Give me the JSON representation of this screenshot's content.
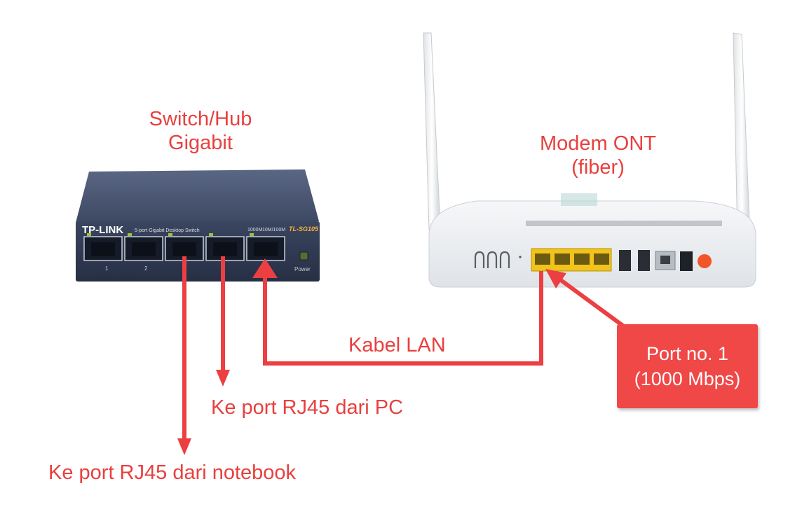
{
  "labels": {
    "switch_line1": "Switch/Hub",
    "switch_line2": "Gigabit",
    "modem_line1": "Modem ONT",
    "modem_line2": "(fiber)",
    "cable": "Kabel LAN",
    "to_pc": "Ke port RJ45 dari PC",
    "to_notebook": "Ke port RJ45 dari notebook"
  },
  "callout": {
    "line1": "Port no. 1",
    "line2": "(1000 Mbps)"
  },
  "switch_device": {
    "brand": "TP-LINK",
    "description": "5-port Gigabit Desktop Switch",
    "speed_left": "1000M",
    "speed_right": "10M/100M",
    "model": "TL-SG105",
    "port_numbers": [
      "1",
      "2"
    ],
    "power_label": "Power"
  },
  "colors": {
    "label_red": "#e8403f",
    "callout_red": "#f04747",
    "arrow_red": "#ec3f41",
    "switch_body": "#2f3a52",
    "modem_body": "#eceff2",
    "lan_port_yellow": "#f2c318"
  }
}
